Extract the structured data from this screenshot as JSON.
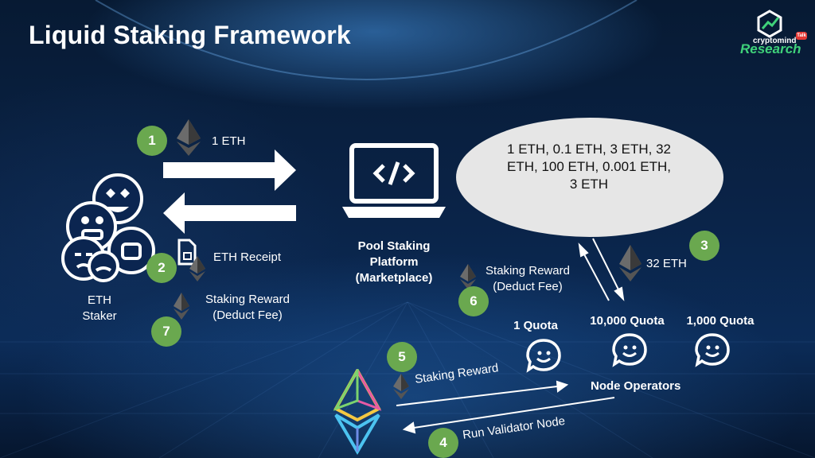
{
  "title": "Liquid Staking Framework",
  "logo": {
    "small_text": "cryptomind",
    "main_text": "Research",
    "tag": "Talk"
  },
  "staker": {
    "label": "ETH\nStaker"
  },
  "platform": {
    "label": "Pool Staking\nPlatform\n(Marketplace)"
  },
  "bubble": {
    "text": "1 ETH, 0.1 ETH, 3 ETH, 32 ETH, 100 ETH, 0.001 ETH, 3 ETH"
  },
  "steps": {
    "s1": {
      "number": "1",
      "label": "1 ETH"
    },
    "s2": {
      "number": "2",
      "label": "ETH Receipt"
    },
    "s3": {
      "number": "3",
      "label": "32 ETH"
    },
    "s4": {
      "number": "4",
      "label": "Run Validator Node"
    },
    "s5": {
      "number": "5",
      "label": "Staking Reward"
    },
    "s6": {
      "number": "6",
      "label": "Staking Reward\n(Deduct Fee)"
    },
    "s7": {
      "number": "7",
      "label": "Staking Reward\n(Deduct Fee)"
    }
  },
  "operators": {
    "label": "Node Operators",
    "quotas": [
      "1 Quota",
      "10,000 Quota",
      "1,000 Quota"
    ]
  },
  "colors": {
    "badge": "#6aa84f",
    "bubble": "#e6e6e6",
    "background": "#0a2347"
  },
  "icons": [
    "ethereum-diamond-icon",
    "laptop-code-icon",
    "emoji-faces-icon",
    "receipt-icon",
    "operator-face-icon",
    "ethereum-logo-icon"
  ]
}
